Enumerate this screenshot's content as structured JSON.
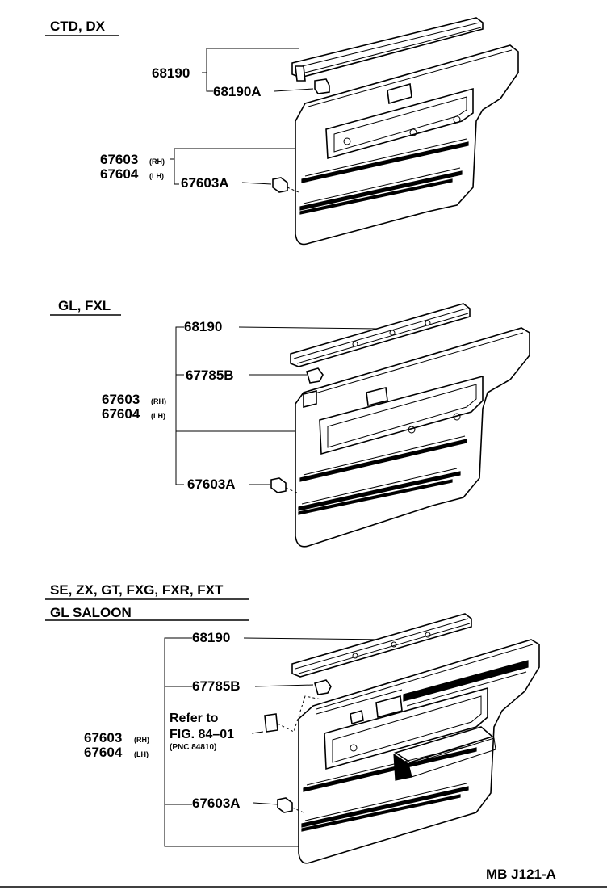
{
  "sections": [
    {
      "headers": [
        "CTD, DX"
      ],
      "parts": {
        "p68190": "68190",
        "p68190A": "68190A",
        "p67603": "67603",
        "p67603_suffix": "(RH)",
        "p67604": "67604",
        "p67604_suffix": "(LH)",
        "p67603A": "67603A"
      }
    },
    {
      "headers": [
        "GL, FXL"
      ],
      "parts": {
        "p68190": "68190",
        "p67785B": "67785B",
        "p67603": "67603",
        "p67603_suffix": "(RH)",
        "p67604": "67604",
        "p67604_suffix": "(LH)",
        "p67603A": "67603A"
      }
    },
    {
      "headers": [
        "SE, ZX, GT, FXG, FXR, FXT",
        "GL SALOON"
      ],
      "parts": {
        "p68190": "68190",
        "p67785B": "67785B",
        "refer_line1": "Refer to",
        "refer_line2": "FIG. 84–01",
        "refer_line3": "(PNC 84810)",
        "p67603": "67603",
        "p67603_suffix": "(RH)",
        "p67604": "67604",
        "p67604_suffix": "(LH)",
        "p67603A": "67603A"
      }
    }
  ],
  "figure_code": "MB J121-A"
}
